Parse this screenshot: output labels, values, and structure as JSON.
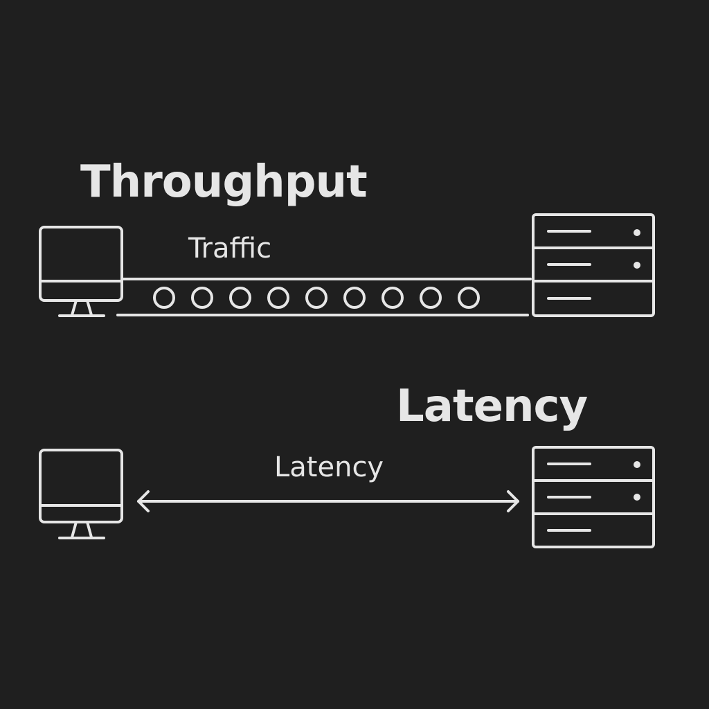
{
  "throughput": {
    "title": "Throughput",
    "pipe_label": "Traffic",
    "packet_count": 9
  },
  "latency": {
    "title": "Latency",
    "link_label": "Latency"
  },
  "colors": {
    "background": "#1f1f1f",
    "foreground": "#e6e6e6"
  },
  "icons": [
    "client-computer-icon",
    "server-rack-icon"
  ]
}
